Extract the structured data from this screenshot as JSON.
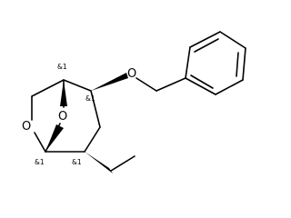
{
  "structure": {
    "atom_labels": {
      "ring_oxygen_left": "O",
      "bridge_oxygen": "O",
      "ether_oxygen": "O"
    },
    "stereo_labels": [
      "&1",
      "&1",
      "&1",
      "&1"
    ]
  },
  "colors": {
    "bond": "#000000",
    "background": "#ffffff"
  }
}
